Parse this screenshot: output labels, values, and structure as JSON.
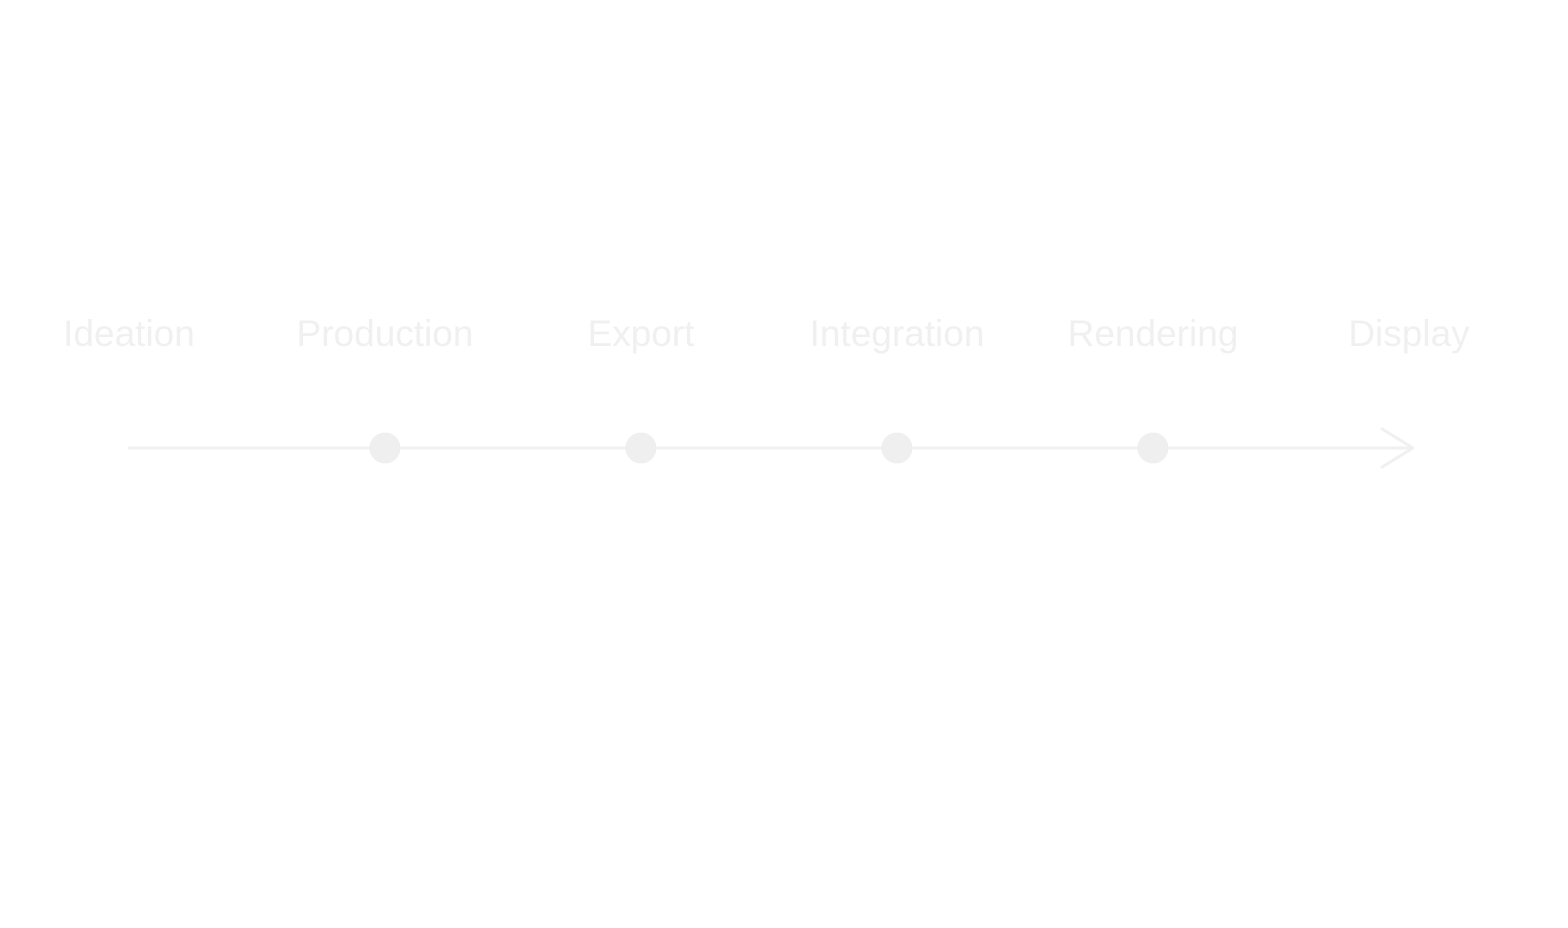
{
  "diagram": {
    "stages": [
      {
        "label": "Ideation"
      },
      {
        "label": "Production"
      },
      {
        "label": "Export"
      },
      {
        "label": "Integration"
      },
      {
        "label": "Rendering"
      },
      {
        "label": "Display"
      }
    ],
    "colors": {
      "line": "#f0f0f0",
      "marker": "#efefef",
      "label": "#f0f0f0"
    }
  }
}
